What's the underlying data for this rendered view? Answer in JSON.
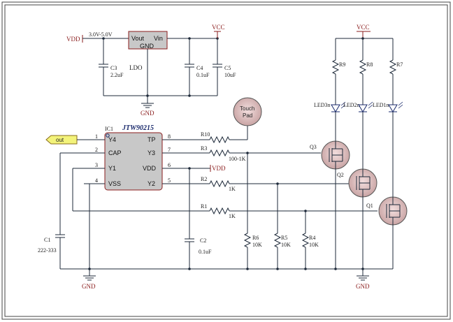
{
  "power": {
    "vdd": "VDD",
    "vcc": "VCC",
    "gnd": "GND",
    "voltage_range": "3.0V-5.0V"
  },
  "ldo": {
    "vout": "Vout",
    "vin": "Vin",
    "gnd": "GND",
    "label": "LDO"
  },
  "caps": {
    "c3": {
      "ref": "C3",
      "value": "2.2uF"
    },
    "c4": {
      "ref": "C4",
      "value": "0.1uF"
    },
    "c5": {
      "ref": "C5",
      "value": "10uF"
    },
    "c1": {
      "ref": "C1",
      "value": "222-333"
    },
    "c2": {
      "ref": "C2",
      "value": "0.1uF"
    }
  },
  "ic": {
    "ref": "IC1",
    "name": "JTW90215",
    "pins_left": [
      {
        "num": "1",
        "name": "Y4"
      },
      {
        "num": "2",
        "name": "CAP"
      },
      {
        "num": "3",
        "name": "Y1"
      },
      {
        "num": "4",
        "name": "VSS"
      }
    ],
    "pins_right": [
      {
        "num": "8",
        "name": "TP"
      },
      {
        "num": "7",
        "name": "Y3"
      },
      {
        "num": "6",
        "name": "VDD"
      },
      {
        "num": "5",
        "name": "Y2"
      }
    ]
  },
  "out_port": "out",
  "touch_pad": {
    "line1": "Touch",
    "line2": "Pad"
  },
  "resistors": {
    "r10": {
      "ref": "R10"
    },
    "r3": {
      "ref": "R3",
      "value": "100-1K"
    },
    "r2": {
      "ref": "R2",
      "value": "1K"
    },
    "r1": {
      "ref": "R1",
      "value": "1K"
    },
    "r6": {
      "ref": "R6",
      "value": "10K"
    },
    "r5": {
      "ref": "R5",
      "value": "10K"
    },
    "r4": {
      "ref": "R4",
      "value": "10K"
    },
    "r9": {
      "ref": "R9"
    },
    "r8": {
      "ref": "R8"
    },
    "r7": {
      "ref": "R7"
    }
  },
  "leds": {
    "led3": "LED3n",
    "led2": "LED2n",
    "led1": "LED1n"
  },
  "transistors": {
    "q3": "Q3",
    "q2": "Q2",
    "q1": "Q1"
  }
}
